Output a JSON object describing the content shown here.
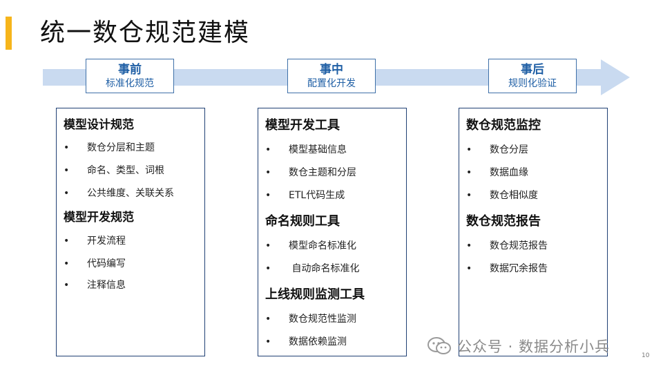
{
  "title": "统一数仓规范建模",
  "colors": {
    "accent": "#f6b51b",
    "arrow": "#c9daf0",
    "phase_border": "#3d6fa8",
    "phase_text": "#1f5fa5",
    "panel_border": "#1f3f73"
  },
  "phases": [
    {
      "title": "事前",
      "subtitle": "标准化规范"
    },
    {
      "title": "事中",
      "subtitle": "配置化开发"
    },
    {
      "title": "事后",
      "subtitle": "规则化验证"
    }
  ],
  "panels": [
    {
      "groups": [
        {
          "title": "模型设计规范",
          "items": [
            "数仓分层和主题",
            "命名、类型、词根",
            "公共维度、关联关系"
          ]
        },
        {
          "title": "模型开发规范",
          "items": [
            "开发流程",
            "代码编写",
            "注释信息"
          ]
        }
      ]
    },
    {
      "groups": [
        {
          "title": "模型开发工具",
          "items": [
            "模型基础信息",
            "数仓主题和分层",
            "ETL代码生成"
          ]
        },
        {
          "title": "命名规则工具",
          "items": [
            "模型命名标准化",
            " 自动命名标准化"
          ]
        },
        {
          "title": "上线规则监测工具",
          "items": [
            "数仓规范性监测",
            "数据依赖监测"
          ]
        }
      ]
    },
    {
      "groups": [
        {
          "title": "数仓规范监控",
          "items": [
            "数仓分层",
            "数据血缘",
            "数仓相似度"
          ]
        },
        {
          "title": "数仓规范报告",
          "items": [
            "数仓规范报告",
            "数据冗余报告"
          ]
        }
      ]
    }
  ],
  "bullet": "•",
  "watermark": {
    "text": "公众号 · 数据分析小兵",
    "icon": "wechat-icon"
  },
  "page_number": "10"
}
